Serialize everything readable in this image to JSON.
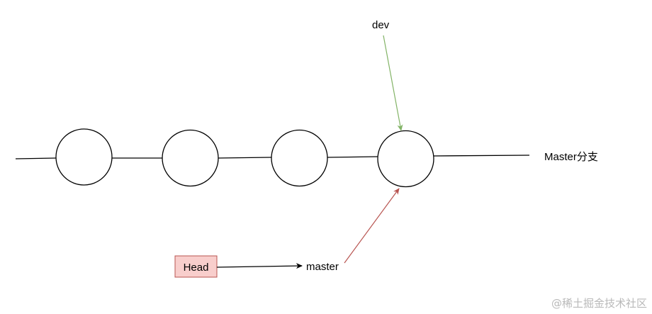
{
  "diagram": {
    "branch_label": "Master分支",
    "commit_count": 4,
    "pointers": {
      "dev": "dev",
      "master": "master",
      "head": "Head"
    },
    "watermark": "@稀土掘金技术社区"
  },
  "colors": {
    "line": "#000000",
    "dev_arrow": "#82b366",
    "master_arrow": "#b85450",
    "head_fill": "#f8cecc",
    "head_stroke": "#b85450",
    "watermark": "#b9b9b9"
  }
}
